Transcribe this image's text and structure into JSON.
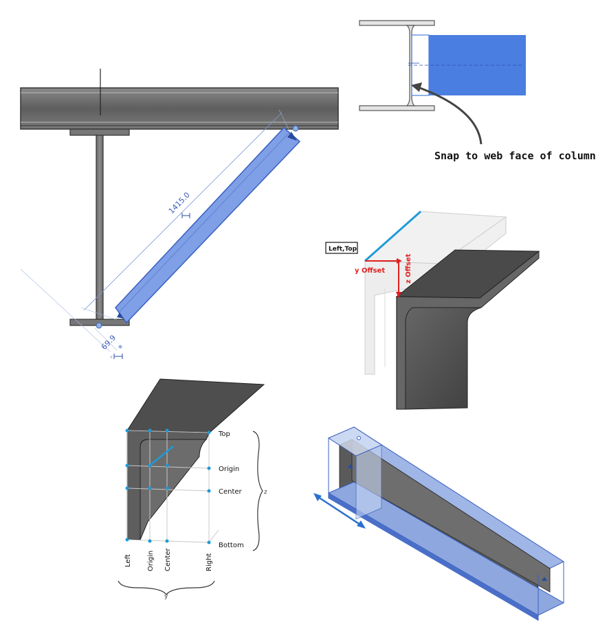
{
  "top_left": {
    "length_dimension": "1415.0",
    "offset_dimension": "69.9"
  },
  "top_right": {
    "callout": "Snap to web face of column"
  },
  "mid_right": {
    "tag": "Left,Top",
    "y_offset": "y Offset",
    "z_offset": "z Offset"
  },
  "bottom_left": {
    "z_labels": [
      "Top",
      "Origin",
      "Center",
      "Bottom"
    ],
    "y_labels": [
      "Left",
      "Origin",
      "Center",
      "Right"
    ],
    "z_axis": "z",
    "y_axis": "y"
  },
  "colors": {
    "steel": "#5a5a5a",
    "steel_light": "#9a9a9a",
    "highlight_blue": "#4a7ee0",
    "brace_blue": "#7a9ee8",
    "accent_blue": "#1e9ad8",
    "dim_blue": "#4a6fc8",
    "offset_red": "#e02020"
  }
}
